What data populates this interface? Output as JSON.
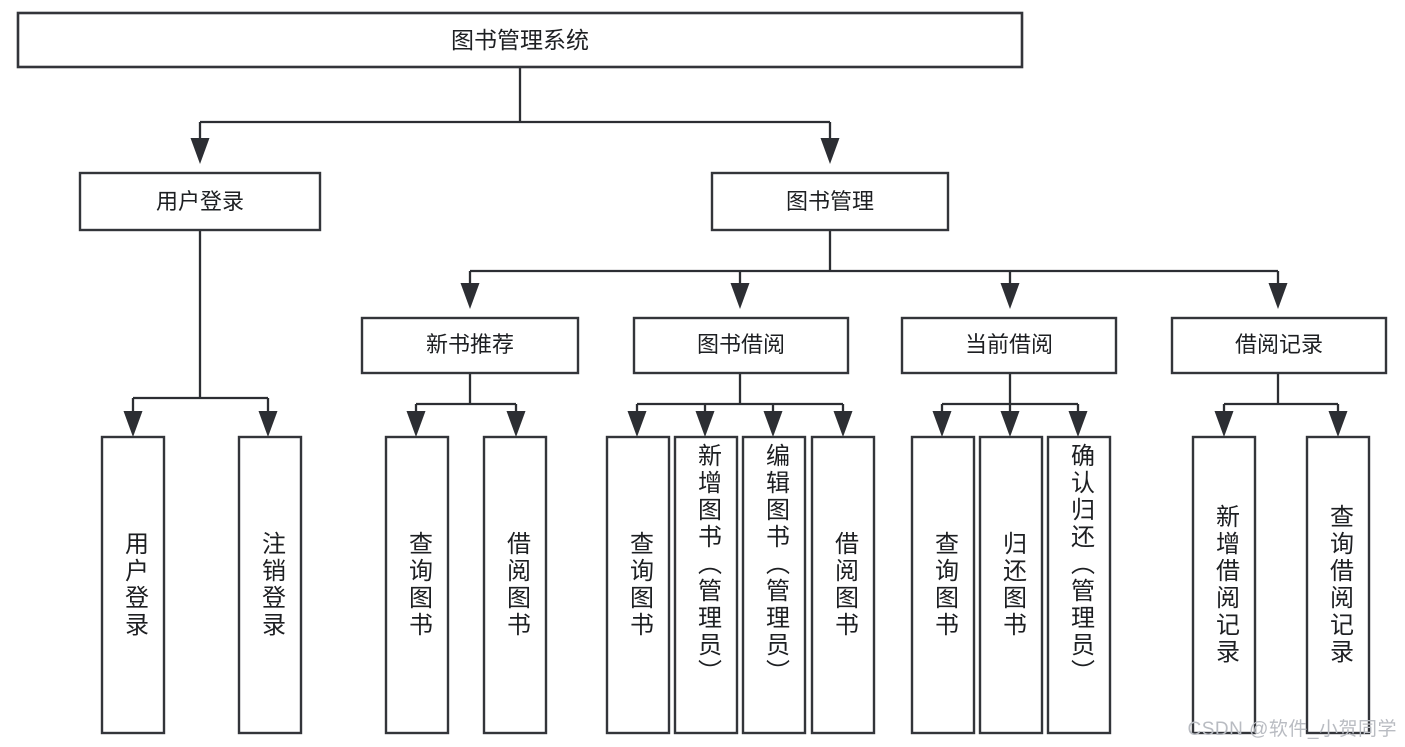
{
  "diagram": {
    "title": "图书管理系统",
    "type": "tree-hierarchy-diagram",
    "orientation": "top-down",
    "colors": {
      "background": "#ffffff",
      "box_fill": "#ffffff",
      "box_stroke": "#33353a",
      "connector": "#2c2e33",
      "text": "#1d1f22",
      "watermark": "#b9bcc2"
    },
    "root": {
      "label": "图书管理系统"
    },
    "level2": [
      {
        "label": "用户登录"
      },
      {
        "label": "图书管理"
      }
    ],
    "level3": [
      {
        "label": "新书推荐"
      },
      {
        "label": "图书借阅"
      },
      {
        "label": "当前借阅"
      },
      {
        "label": "借阅记录"
      }
    ],
    "leaves": {
      "user_login": [
        {
          "label": "用户登录"
        },
        {
          "label": "注销登录"
        }
      ],
      "new_book_recommend": [
        {
          "label": "查询图书"
        },
        {
          "label": "借阅图书"
        }
      ],
      "book_borrow": [
        {
          "label": "查询图书"
        },
        {
          "label": "新增图书（管理员）"
        },
        {
          "label": "编辑图书（管理员）"
        },
        {
          "label": "借阅图书"
        }
      ],
      "current_borrow": [
        {
          "label": "查询图书"
        },
        {
          "label": "归还图书"
        },
        {
          "label": "确认归还（管理员）"
        }
      ],
      "borrow_record": [
        {
          "label": "新增借阅记录"
        },
        {
          "label": "查询借阅记录"
        }
      ]
    },
    "watermark": "CSDN @软件_小贺同学"
  }
}
